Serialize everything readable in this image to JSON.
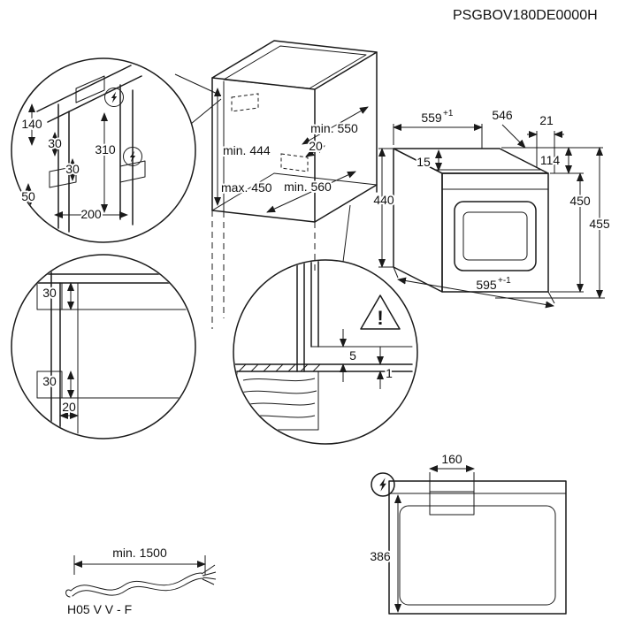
{
  "title": "PSGBOV180DE0000H",
  "detail_outlet": {
    "d140": "140",
    "d30a": "30",
    "d310": "310",
    "d30b": "30",
    "d50": "50",
    "d200": "200"
  },
  "cabinet": {
    "min444": "min. 444",
    "max450": "max. 450",
    "min550": "min. 550",
    "d20": "20",
    "min560": "min. 560"
  },
  "oven": {
    "d559": "559",
    "d559t": "+1",
    "d546": "546",
    "d21": "21",
    "d15": "15",
    "d114": "114",
    "d440": "440",
    "d450": "450",
    "d455": "455",
    "d595": "595",
    "d595t": "+-1"
  },
  "detail_niche": {
    "d30a": "30",
    "d30b": "30",
    "d20": "20"
  },
  "detail_gap": {
    "d5": "5",
    "d1": "1",
    "warning": "!"
  },
  "top_view": {
    "d160": "160",
    "d386": "386"
  },
  "cable": {
    "min_length": "min. 1500",
    "type": "H05 V V - F"
  },
  "icons": {
    "electrical": "lightning-bolt",
    "warning": "warning-triangle"
  },
  "colors": {
    "line": "#1a1a1a",
    "bg": "#ffffff"
  }
}
